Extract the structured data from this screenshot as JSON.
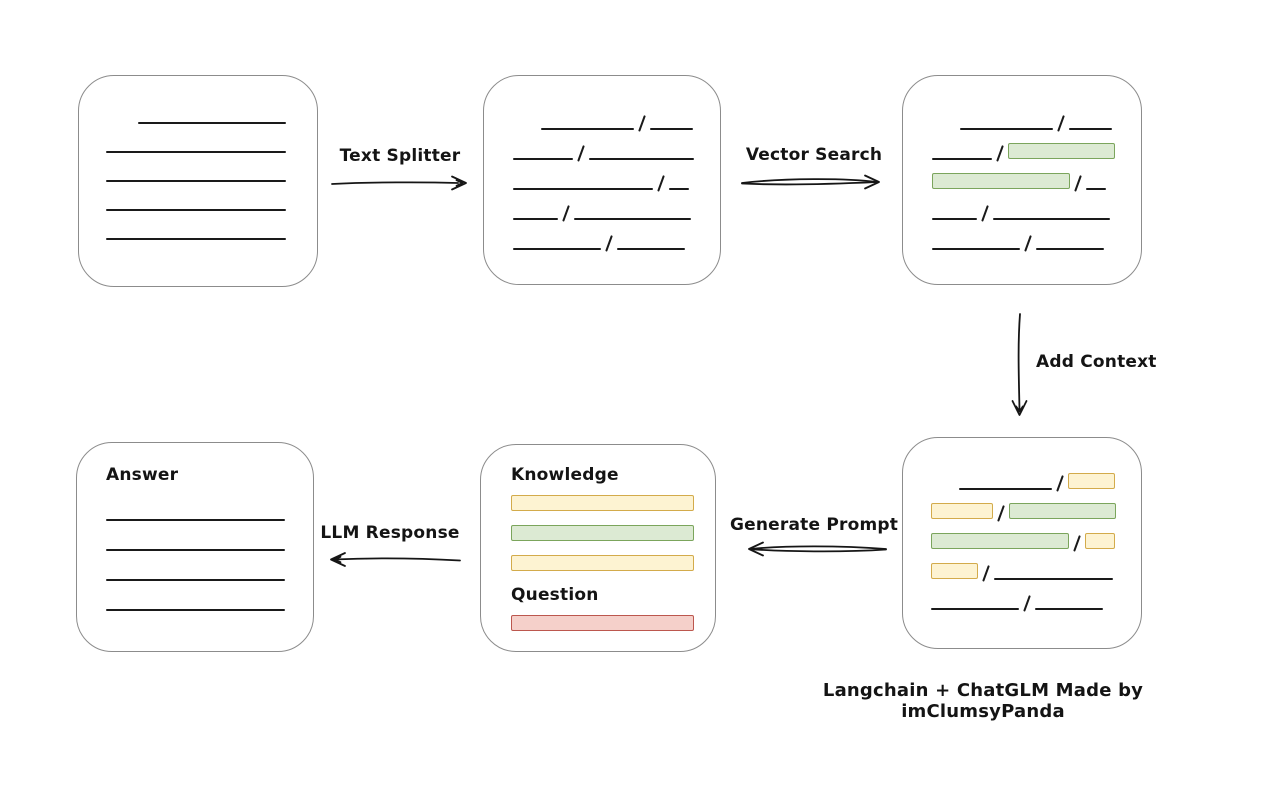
{
  "caption": {
    "text": "Langchain + ChatGLM Made by imClumsyPanda"
  },
  "colors": {
    "ink": "#1a1a1a",
    "box_border": "#8c8c8c",
    "green_fill": "#dcead3",
    "green_border": "#7ba55c",
    "yellow_fill": "#fdf3d2",
    "yellow_border": "#d3ab4b",
    "red_fill": "#f5d0ca",
    "red_border": "#bc574e"
  },
  "arrows": {
    "text_splitter": {
      "label": "Text Splitter",
      "direction": "right"
    },
    "vector_search": {
      "label": "Vector Search",
      "direction": "right"
    },
    "add_context": {
      "label": "Add Context",
      "direction": "down"
    },
    "generate_prompt": {
      "label": "Generate Prompt",
      "direction": "left"
    },
    "llm_response": {
      "label": "LLM Response",
      "direction": "left"
    }
  },
  "nodes": {
    "source_document": {
      "lines": [
        {
          "indent": 32,
          "width": 148
        },
        {
          "indent": 0,
          "width": 180
        },
        {
          "indent": 0,
          "width": 180
        },
        {
          "indent": 0,
          "width": 180
        },
        {
          "indent": 0,
          "width": 180
        }
      ]
    },
    "split_chunks": {
      "rows": [
        {
          "indent": 28,
          "segs": [
            [
              "line",
              93
            ],
            [
              "slash"
            ],
            [
              "line",
              43
            ]
          ]
        },
        {
          "indent": 0,
          "segs": [
            [
              "line",
              60
            ],
            [
              "slash"
            ],
            [
              "line",
              105
            ]
          ]
        },
        {
          "indent": 0,
          "segs": [
            [
              "line",
              140
            ],
            [
              "slash"
            ],
            [
              "line",
              20
            ]
          ]
        },
        {
          "indent": 0,
          "segs": [
            [
              "line",
              45
            ],
            [
              "slash"
            ],
            [
              "line",
              117
            ]
          ]
        },
        {
          "indent": 0,
          "segs": [
            [
              "line",
              88
            ],
            [
              "slash"
            ],
            [
              "line",
              68
            ]
          ]
        }
      ]
    },
    "matched_chunks": {
      "rows": [
        {
          "indent": 28,
          "segs": [
            [
              "line",
              93
            ],
            [
              "slash"
            ],
            [
              "line",
              43
            ]
          ]
        },
        {
          "indent": 0,
          "segs": [
            [
              "line",
              60
            ],
            [
              "slash"
            ],
            [
              "green",
              107
            ]
          ]
        },
        {
          "indent": 0,
          "segs": [
            [
              "green",
              138
            ],
            [
              "slash"
            ],
            [
              "line",
              20
            ]
          ]
        },
        {
          "indent": 0,
          "segs": [
            [
              "line",
              45
            ],
            [
              "slash"
            ],
            [
              "line",
              117
            ]
          ]
        },
        {
          "indent": 0,
          "segs": [
            [
              "line",
              88
            ],
            [
              "slash"
            ],
            [
              "line",
              68
            ]
          ]
        }
      ]
    },
    "context_chunks": {
      "rows": [
        {
          "indent": 28,
          "segs": [
            [
              "line",
              93
            ],
            [
              "slash"
            ],
            [
              "yellow",
              47
            ]
          ]
        },
        {
          "indent": 0,
          "segs": [
            [
              "yellow",
              62
            ],
            [
              "slash"
            ],
            [
              "green",
              107
            ]
          ]
        },
        {
          "indent": 0,
          "segs": [
            [
              "green",
              138
            ],
            [
              "slash"
            ],
            [
              "yellow",
              30
            ]
          ]
        },
        {
          "indent": 0,
          "segs": [
            [
              "yellow",
              47
            ],
            [
              "slash"
            ],
            [
              "line",
              119
            ]
          ]
        },
        {
          "indent": 0,
          "segs": [
            [
              "line",
              88
            ],
            [
              "slash"
            ],
            [
              "line",
              68
            ]
          ]
        }
      ]
    },
    "prompt": {
      "knowledge_label": "Knowledge",
      "question_label": "Question",
      "knowledge_bars": [
        "yellow",
        "green",
        "yellow"
      ],
      "question_bars": [
        "red"
      ]
    },
    "answer": {
      "label": "Answer",
      "lines": [
        {
          "indent": 0,
          "width": 180
        },
        {
          "indent": 0,
          "width": 180
        },
        {
          "indent": 0,
          "width": 180
        },
        {
          "indent": 0,
          "width": 180
        }
      ]
    }
  }
}
